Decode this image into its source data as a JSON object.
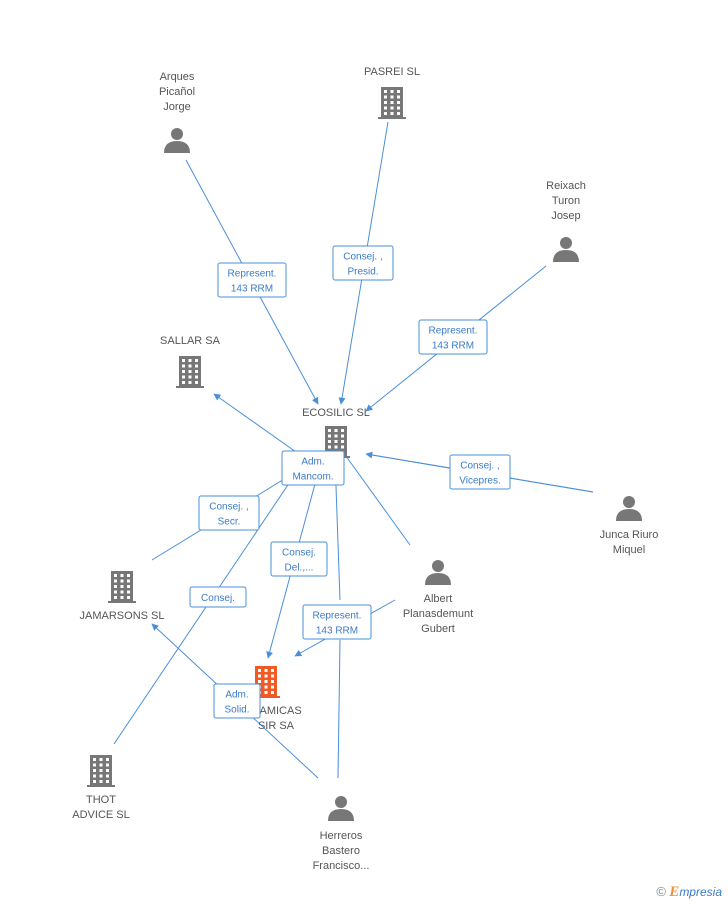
{
  "nodes": [
    {
      "id": "arques",
      "type": "person",
      "lines": [
        "Arques",
        "Picañol",
        "Jorge"
      ],
      "color": "#777777"
    },
    {
      "id": "pasrei",
      "type": "company",
      "lines": [
        "PASREI SL"
      ],
      "color": "#777777"
    },
    {
      "id": "reixach",
      "type": "person",
      "lines": [
        "Reixach",
        "Turon",
        "Josep"
      ],
      "color": "#777777"
    },
    {
      "id": "sallar",
      "type": "company",
      "lines": [
        "SALLAR SA"
      ],
      "color": "#777777"
    },
    {
      "id": "ecosilic",
      "type": "company",
      "lines": [
        "ECOSILIC SL"
      ],
      "color": "#777777"
    },
    {
      "id": "junca",
      "type": "person",
      "lines": [
        "Junca Riuro",
        "Miquel"
      ],
      "color": "#777777"
    },
    {
      "id": "jamarsons",
      "type": "company",
      "lines": [
        "JAMARSONS SL"
      ],
      "color": "#777777"
    },
    {
      "id": "albert",
      "type": "person",
      "lines": [
        "Albert",
        "Planasdemunt",
        "Gubert"
      ],
      "color": "#777777"
    },
    {
      "id": "ceramicas",
      "type": "company",
      "lines": [
        "...AMICAS",
        "SIR SA"
      ],
      "color": "#f05a24"
    },
    {
      "id": "thot",
      "type": "company",
      "lines": [
        "THOT",
        "ADVICE SL"
      ],
      "color": "#777777"
    },
    {
      "id": "herreros",
      "type": "person",
      "lines": [
        "Herreros",
        "Bastero",
        "Francisco..."
      ],
      "color": "#777777"
    }
  ],
  "edges": [
    {
      "id": "e1",
      "lines": [
        "Represent.",
        "143 RRM"
      ]
    },
    {
      "id": "e2",
      "lines": [
        "Consej. ,",
        "Presid."
      ]
    },
    {
      "id": "e3",
      "lines": [
        "Represent.",
        "143 RRM"
      ]
    },
    {
      "id": "e4",
      "lines": [
        "Adm.",
        "Mancom."
      ]
    },
    {
      "id": "e5",
      "lines": [
        "Consej. ,",
        "Vicepres."
      ]
    },
    {
      "id": "e6",
      "lines": [
        "Consej. ,",
        "Secr."
      ]
    },
    {
      "id": "e7",
      "lines": [
        "Consej.",
        "Del.,..."
      ]
    },
    {
      "id": "e8",
      "lines": [
        "Consej."
      ]
    },
    {
      "id": "e9",
      "lines": [
        "Represent.",
        "143 RRM"
      ]
    },
    {
      "id": "e10",
      "lines": [
        "Adm.",
        "Solid."
      ]
    }
  ],
  "colors": {
    "edge": "#4a8fd8",
    "icon": "#777777",
    "highlight": "#f05a24"
  },
  "footer": {
    "copyright": "©",
    "brand_initial": "E",
    "brand_rest": "mpresia"
  }
}
